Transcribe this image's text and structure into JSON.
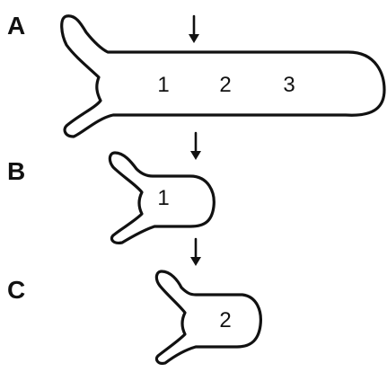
{
  "panels": [
    {
      "label": "A",
      "segments": [
        "1",
        "2",
        "3"
      ]
    },
    {
      "label": "B",
      "segments": [
        "1"
      ]
    },
    {
      "label": "C",
      "segments": [
        "2"
      ]
    }
  ],
  "colors": {
    "ink": "#111111",
    "background": "#ffffff"
  },
  "icons": [
    "down-arrow-icon",
    "down-arrow-icon",
    "down-arrow-icon"
  ]
}
